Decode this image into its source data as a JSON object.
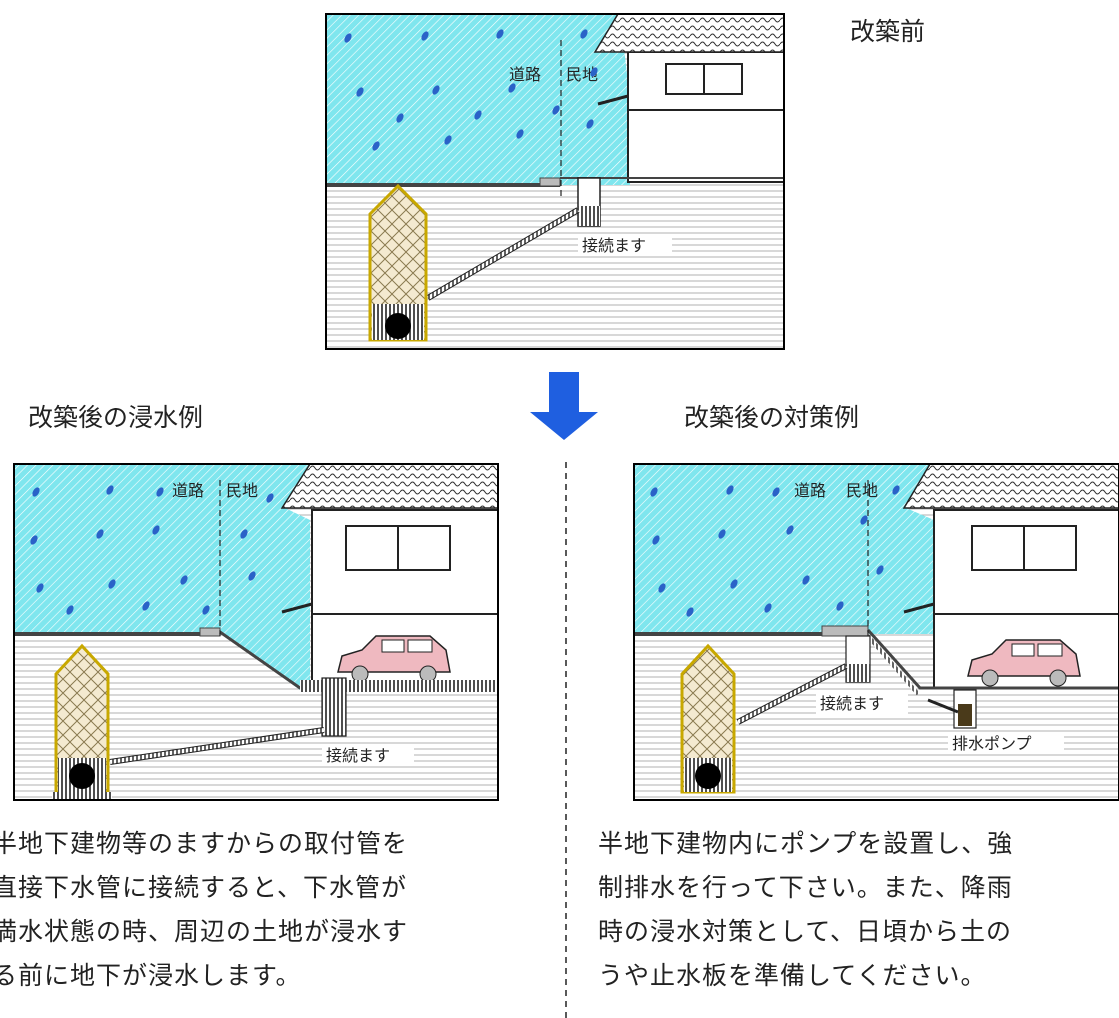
{
  "headings": {
    "before": "改築前",
    "after_flood": "改築後の浸水例",
    "after_measure": "改築後の対策例"
  },
  "labels": {
    "road": "道路",
    "private_land": "民地",
    "connection_box": "接続ます",
    "drain_pump": "排水ポンプ"
  },
  "paragraphs": {
    "flood": [
      "半地下建物等のますからの取付管を",
      "直接下水管に接続すると、下水管が",
      "満水状態の時、周辺の土地が浸水す",
      "る前に地下が浸水します。"
    ],
    "measure": [
      "半地下建物内にポンプを設置し、強",
      "制排水を行って下さい。また、降雨",
      "時の浸水対策として、日頃から土の",
      "うや止水板を準備してください。"
    ]
  },
  "colors": {
    "rain": "#7fe6ee",
    "drop": "#2a62c8",
    "arrow": "#1f5fe0",
    "car": "#efb9c0",
    "pump": "#4a3a1a"
  }
}
